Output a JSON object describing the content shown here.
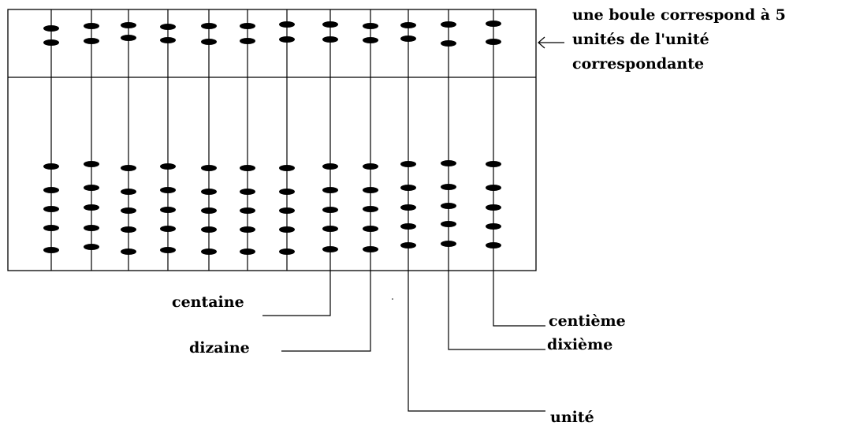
{
  "note": {
    "line1": "une boule correspond à 5",
    "line2": "unités de l'unité",
    "line3": "correspondante"
  },
  "labels": {
    "centaine": "centaine",
    "dizaine": "dizaine",
    "unite": "unité",
    "dixieme": "dixième",
    "centieme": "centième"
  },
  "abacus": {
    "rods": 12,
    "upper_beads_per_rod": 2,
    "lower_beads_per_rod": 5,
    "bead_value_upper": 5
  },
  "colors": {
    "ink": "#000000",
    "background": "#ffffff"
  }
}
